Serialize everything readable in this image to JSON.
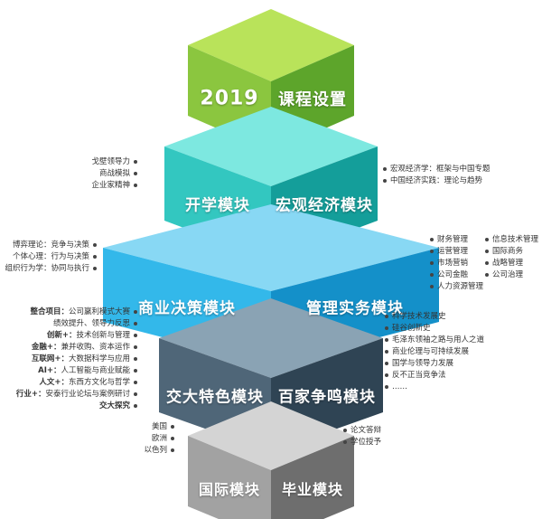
{
  "tiers": [
    {
      "left_label": "2019",
      "right_label": "课程设置",
      "top_color": "#b9e35a",
      "left_color": "#8bc63f",
      "right_color": "#5da52b"
    },
    {
      "left_label": "开学模块",
      "right_label": "宏观经济模块",
      "top_color": "#7de8e0",
      "left_color": "#33c7c0",
      "right_color": "#149e9a"
    },
    {
      "left_label": "商业决策模块",
      "right_label": "管理实务模块",
      "top_color": "#88d8f4",
      "left_color": "#33b8ea",
      "right_color": "#1490c9"
    },
    {
      "left_label": "交大特色模块",
      "right_label": "百家争鸣模块",
      "top_color": "#8aa3b4",
      "left_color": "#4f6678",
      "right_color": "#2f4454"
    },
    {
      "left_label": "国际模块",
      "right_label": "毕业模块",
      "top_color": "#d4d4d4",
      "left_color": "#a2a2a2",
      "right_color": "#6e6e6e"
    }
  ],
  "lists": {
    "tier2_left": [
      {
        "b": "",
        "t": "戈壁领导力"
      },
      {
        "b": "",
        "t": "商战模拟"
      },
      {
        "b": "",
        "t": "企业家精神"
      }
    ],
    "tier2_right": [
      {
        "b": "",
        "t": "宏观经济学：框架与中国专题"
      },
      {
        "b": "",
        "t": "中国经济实践：理论与趋势"
      }
    ],
    "tier3_left": [
      {
        "b": "",
        "t": "博弈理论：竞争与决策"
      },
      {
        "b": "",
        "t": "个体心理：行为与决策"
      },
      {
        "b": "",
        "t": "组织行为学：协同与执行"
      }
    ],
    "tier3_right_a": [
      {
        "b": "",
        "t": "财务管理"
      },
      {
        "b": "",
        "t": "运营管理"
      },
      {
        "b": "",
        "t": "市场营销"
      },
      {
        "b": "",
        "t": "公司金融"
      },
      {
        "b": "",
        "t": "人力资源管理"
      }
    ],
    "tier3_right_b": [
      {
        "b": "",
        "t": "信息技术管理"
      },
      {
        "b": "",
        "t": "国际商务"
      },
      {
        "b": "",
        "t": "战略管理"
      },
      {
        "b": "",
        "t": "公司治理"
      }
    ],
    "tier4_left": [
      {
        "b": "整合项目：",
        "t": "公司赢利模式大赛"
      },
      {
        "b": "",
        "t": "绩效提升、领导力反思"
      },
      {
        "b": "创新+：",
        "t": "技术创新与管理"
      },
      {
        "b": "金融+：",
        "t": "兼并收购、资本运作"
      },
      {
        "b": "互联网+：",
        "t": "大数据科学与应用"
      },
      {
        "b": "AI+：",
        "t": "人工智能与商业赋能"
      },
      {
        "b": "人文+：",
        "t": "东西方文化与哲学"
      },
      {
        "b": "行业+：",
        "t": "安泰行业论坛与案例研讨"
      },
      {
        "b": "交大探究",
        "t": ""
      }
    ],
    "tier4_right": [
      {
        "b": "",
        "t": "科学技术发展史"
      },
      {
        "b": "",
        "t": "硅谷创新史"
      },
      {
        "b": "",
        "t": "毛泽东领袖之路与用人之道"
      },
      {
        "b": "",
        "t": "商业伦理与可持续发展"
      },
      {
        "b": "",
        "t": "国学与领导力发展"
      },
      {
        "b": "",
        "t": "反不正当竞争法"
      },
      {
        "b": "",
        "t": "……"
      }
    ],
    "tier5_left": [
      {
        "b": "",
        "t": "美国"
      },
      {
        "b": "",
        "t": "欧洲"
      },
      {
        "b": "",
        "t": "以色列"
      }
    ],
    "tier5_right": [
      {
        "b": "",
        "t": "论文答辩"
      },
      {
        "b": "",
        "t": "学位授予"
      }
    ]
  }
}
